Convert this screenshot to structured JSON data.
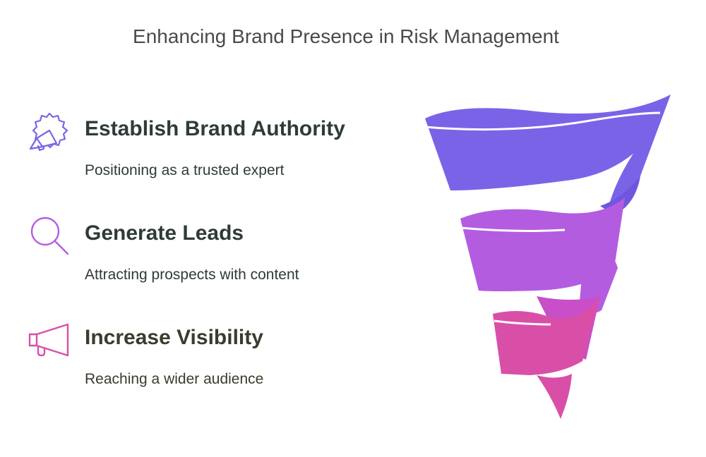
{
  "title": "Enhancing Brand Presence in Risk Management",
  "items": [
    {
      "heading": "Establish Brand Authority",
      "description": "Positioning as a trusted expert",
      "icon": "megaphone-badge-icon",
      "color": "#7b63e8"
    },
    {
      "heading": "Generate Leads",
      "description": "Attracting prospects with content",
      "icon": "search-icon",
      "color": "#b45ce0"
    },
    {
      "heading": "Increase Visibility",
      "description": "Reaching a wider audience",
      "icon": "megaphone-icon",
      "color": "#d94fa8"
    }
  ],
  "funnel": {
    "colors": {
      "top": "#7b63e8",
      "middle": "#b45ce0",
      "bottom": "#d94fa8"
    }
  }
}
